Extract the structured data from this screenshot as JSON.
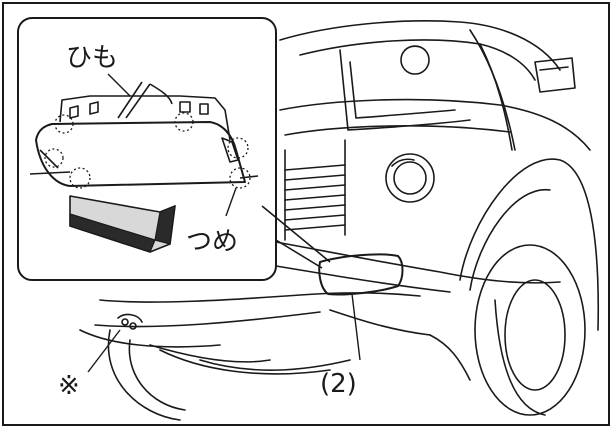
{
  "labels": {
    "himo": "ひも",
    "tsume": "つめ",
    "part_number": "(2)",
    "note_mark": "※"
  },
  "colors": {
    "line": "#1a1a1a",
    "background": "#ffffff",
    "arrow_dark": "#2a2a2a",
    "arrow_light": "#d8d8d8"
  }
}
